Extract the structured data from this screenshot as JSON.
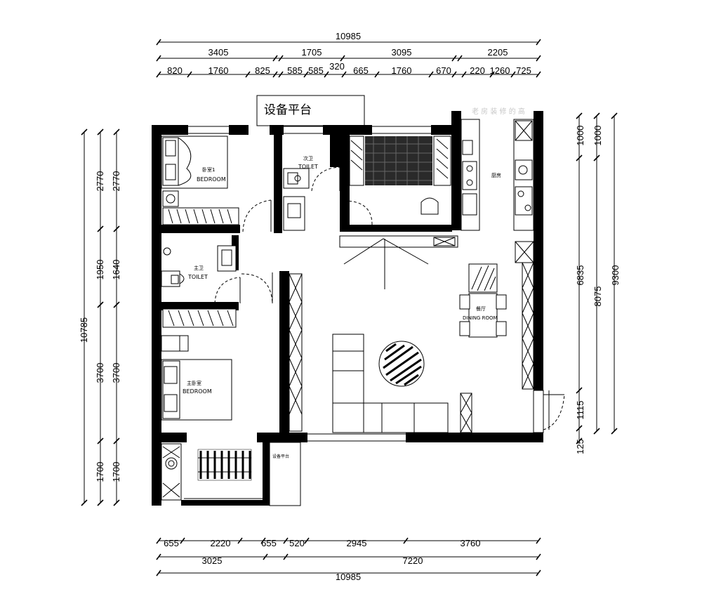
{
  "dimensions": {
    "top_total": "10985",
    "top_row2": [
      "3405",
      "1705",
      "3095",
      "2205"
    ],
    "top_row3": [
      "820",
      "1760",
      "825",
      "585",
      "585",
      "320",
      "665",
      "1760",
      "670",
      "220",
      "1260",
      "725"
    ],
    "bottom_row1": [
      "655",
      "2220",
      "655",
      "520",
      "2945",
      "3760"
    ],
    "bottom_row2": [
      "3025",
      "7220"
    ],
    "bottom_total": "10985",
    "left_outer": "10785",
    "left_inner1": [
      "2770",
      "1950",
      "3700",
      "1700"
    ],
    "left_inner2": [
      "2770",
      "1640",
      "3700",
      "1700"
    ],
    "right_inner1": [
      "1000",
      "6835",
      "1115",
      "125"
    ],
    "right_inner2": [
      "1000",
      "8075"
    ],
    "right_outer": "9300"
  },
  "rooms": {
    "equipment_platform_top": "设备平台",
    "equipment_platform_bottom": "设备平台",
    "bedroom2_cn": "卧室1",
    "bedroom2_en": "BEDROOM",
    "second_bath_cn": "次卫",
    "second_bath_en": "TOILET",
    "main_bath_cn": "主卫",
    "main_bath_en": "TOILET",
    "master_bedroom_cn": "主卧室",
    "master_bedroom_en": "BEDROOM",
    "kitchen_cn": "厨房",
    "dining_cn": "餐厅",
    "dining_en": "DINING ROOM"
  },
  "watermark": "老 房 装 修 的 高"
}
